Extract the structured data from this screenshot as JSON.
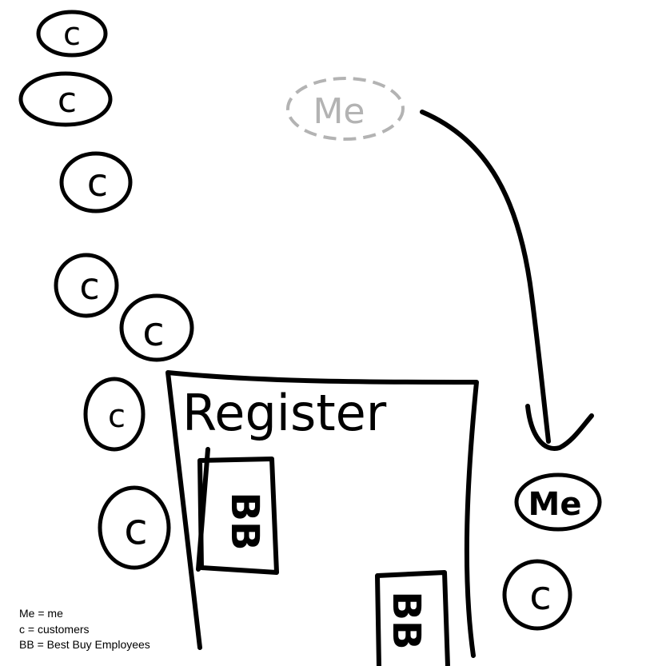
{
  "diagram": {
    "register_label": "Register",
    "employee_label": "BB",
    "customer_label": "c",
    "me_label": "Me",
    "legend": [
      "Me = me",
      "c = customers",
      "BB = Best Buy Employees"
    ],
    "colors": {
      "ink": "#000000",
      "faded_ink": "#b3b3b3",
      "background": "#ffffff"
    }
  }
}
